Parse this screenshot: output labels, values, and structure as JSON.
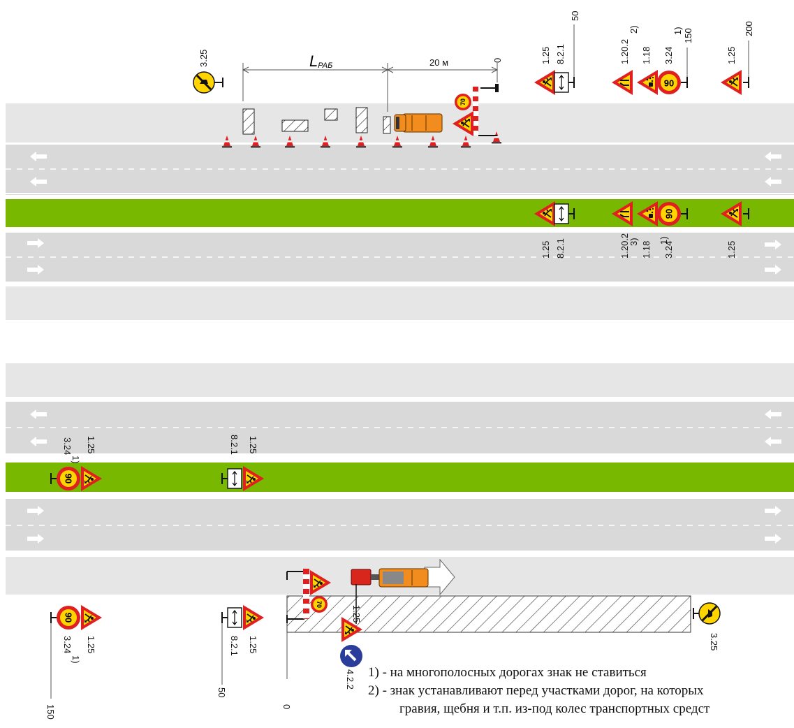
{
  "colors": {
    "road": "#d9d9d9",
    "shoulder": "#e6e6e6",
    "median": "#78b800",
    "sign_red": "#e02020",
    "sign_yellow": "#ffd400",
    "sign_blue": "#2a3d9a",
    "vehicle": "#f28c1e",
    "vehicle_cab_red": "#d9261c"
  },
  "dimensions": {
    "work_length_main": "L",
    "work_length_sub": "РАБ",
    "offset": "20 м",
    "zero": "0"
  },
  "top_upper": {
    "distances": [
      "50",
      "150",
      "200"
    ],
    "notes": [
      "2)",
      "1)"
    ],
    "sign_codes": [
      "1.25",
      "8.2.1",
      "1.20.2",
      "1.18",
      "3.24",
      "1.25",
      "3.25"
    ],
    "speed_90": "90",
    "speed_70": "70"
  },
  "top_lower": {
    "sign_codes": [
      "1.25",
      "8.2.1",
      "1.20.2",
      "1.18",
      "3.24",
      "1.25"
    ],
    "notes": [
      "3)",
      "1)"
    ],
    "speed_90": "90"
  },
  "bottom_upper": {
    "sign_codes": [
      "3.24",
      "1.25",
      "8.2.1",
      "1.25"
    ],
    "note": "1)",
    "speed_90": "90"
  },
  "bottom_lower": {
    "sign_codes": [
      "1.25",
      "3.24",
      "8.2.1",
      "1.25",
      "1.25",
      "4.2.2",
      "3.25"
    ],
    "note": "1)",
    "distances": [
      "150",
      "50",
      "0"
    ],
    "speed_90": "90",
    "speed_70": "70"
  },
  "footnotes": {
    "n1": "1) - на многополосных дорогах знак не ставиться",
    "n2": "2) - знак устанавливают перед участками дорог, на которых",
    "n2_cont": "гравия, щебня и т.п. из-под колес транспортных средст"
  }
}
